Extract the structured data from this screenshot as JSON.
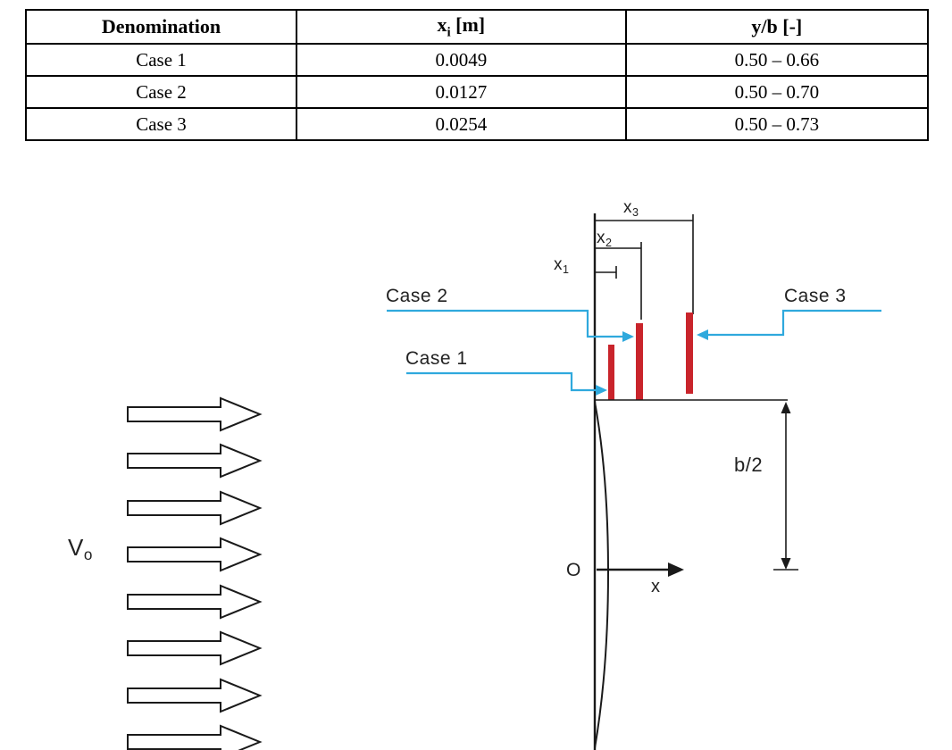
{
  "table": {
    "header": {
      "denomination": "Denomination",
      "xi_main": "x",
      "xi_sub": "i",
      "xi_unit": " [m]",
      "yb": "y/b [-]"
    },
    "rows": [
      [
        "Case 1",
        "0.0049",
        "0.50 – 0.66"
      ],
      [
        "Case 2",
        "0.0127",
        "0.50 – 0.70"
      ],
      [
        "Case 3",
        "0.0254",
        "0.50 – 0.73"
      ]
    ]
  },
  "diagram": {
    "v_label": {
      "main": "V",
      "sub": "o"
    },
    "x1_label": {
      "main": "x",
      "sub": "1"
    },
    "x2_label": {
      "main": "x",
      "sub": "2"
    },
    "x3_label": {
      "main": "x",
      "sub": "3"
    },
    "case1_label": "Case 1",
    "case2_label": "Case 2",
    "case3_label": "Case 3",
    "b_half_label": "b/2",
    "origin_label": "O",
    "x_axis_label": "x",
    "colors": {
      "bar_red": "#C9242B",
      "leader_cyan": "#2FA9DD",
      "line_black": "#1A1A1A"
    }
  }
}
